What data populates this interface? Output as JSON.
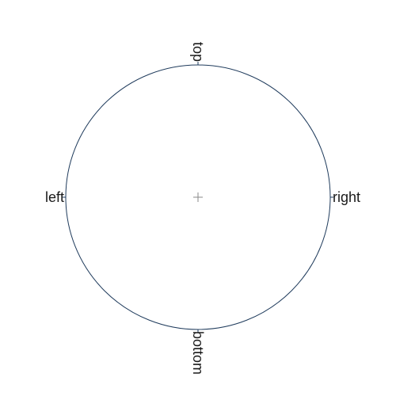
{
  "diagram": {
    "colors": {
      "circle": "#1f3b5c",
      "center_mark": "#8a8a8a",
      "label": "#1a1a1a"
    },
    "labels": {
      "top": "top",
      "right": "right",
      "bottom": "bottom",
      "left": "left"
    }
  }
}
